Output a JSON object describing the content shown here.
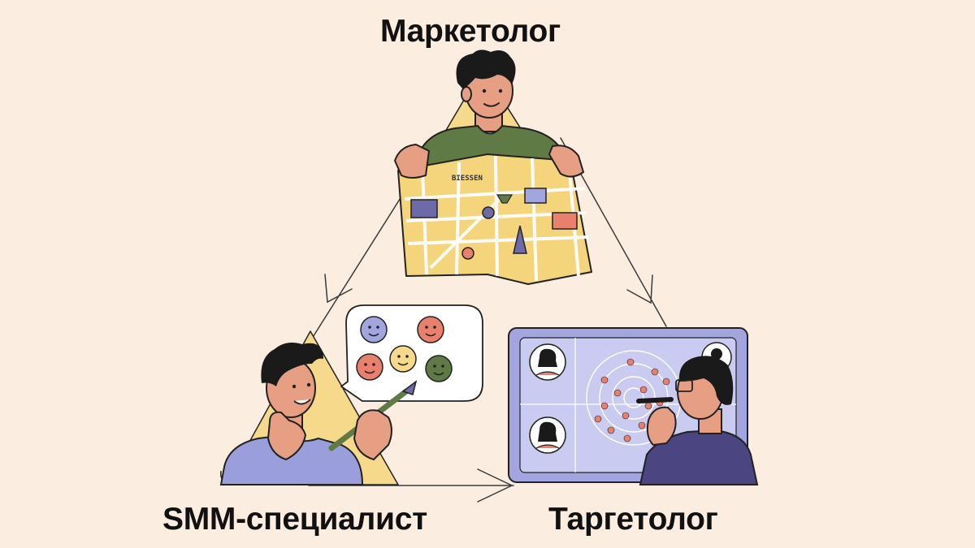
{
  "diagram": {
    "roles": {
      "top": "Маркетолог",
      "bottom_left": "SMM-специалист",
      "bottom_right": "Таргетолог"
    },
    "map_caption": "BIESSEN",
    "colors": {
      "background": "#fbeee0",
      "accent_yellow": "#f6d98a",
      "map_yellow": "#f5d57c",
      "shirt_green": "#5f7a44",
      "shirt_blue": "#9a9fdc",
      "screen_purple": "#a3a5df",
      "skin": "#e69f82",
      "hair": "#1a1a1a",
      "line": "#333333"
    },
    "emoji_palette": [
      "#a3a5df",
      "#e9806e",
      "#f1c9b4",
      "#f6d98a",
      "#5f7a44"
    ]
  }
}
